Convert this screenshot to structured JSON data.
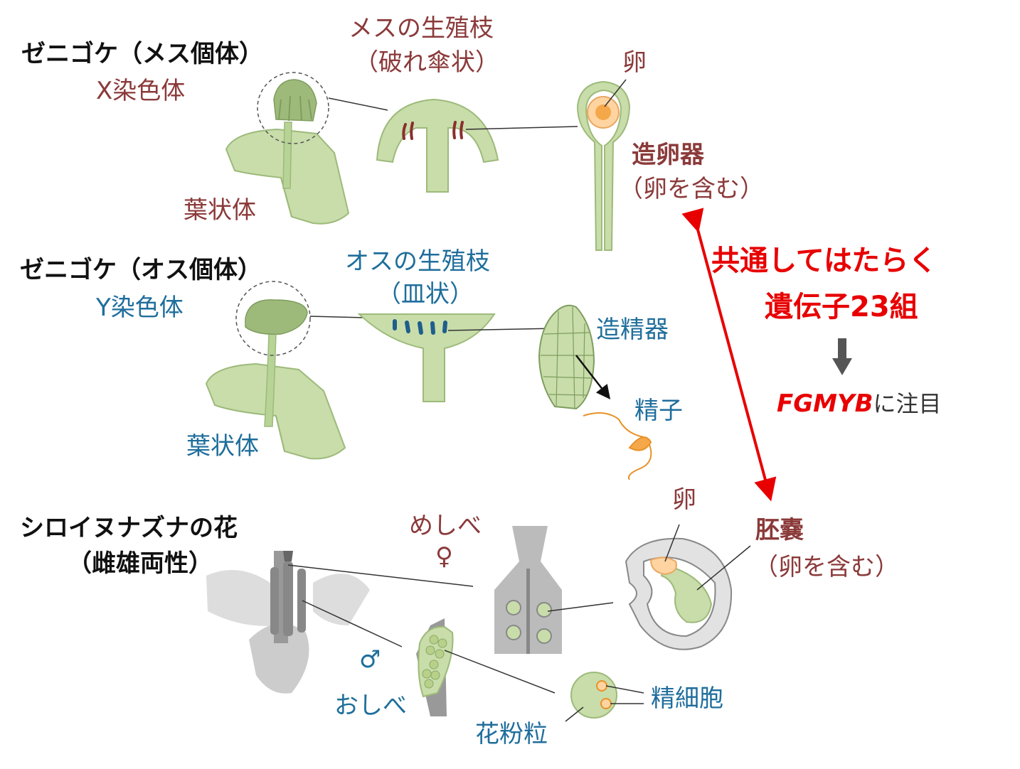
{
  "female": {
    "title": "ゼニゴケ（メス個体）",
    "chromosome": "X染色体",
    "thallus": "葉状体",
    "branch_line1": "メスの生殖枝",
    "branch_line2": "（破れ傘状）",
    "egg": "卵",
    "archegonium": "造卵器",
    "archegonium_note": "（卵を含む）"
  },
  "male": {
    "title": "ゼニゴケ（オス個体）",
    "chromosome": "Y染色体",
    "thallus": "葉状体",
    "branch_line1": "オスの生殖枝",
    "branch_line2": "（皿状）",
    "antheridium": "造精器",
    "sperm": "精子"
  },
  "arabidopsis": {
    "title_line1": "シロイヌナズナの花",
    "title_line2": "（雌雄両性）",
    "pistil": "めしべ",
    "female_symbol": "♀",
    "male_symbol": "♂",
    "stamen": "おしべ",
    "egg": "卵",
    "embryo_sac": "胚嚢",
    "embryo_sac_note": "（卵を含む）",
    "pollen": "花粉粒",
    "sperm_cell": "精細胞"
  },
  "highlight": {
    "line1": "共通してはたらく",
    "line2": "遺伝子23組",
    "gene": "FGMYB",
    "gene_suffix": "に注目"
  },
  "colors": {
    "green": "#C8DDAA",
    "green_dark": "#9DBA7A",
    "red_text": "#8B3A3A",
    "blue_text": "#1F6E9C",
    "arrow_red": "#E80000",
    "gray_flower": "#B8B8B8"
  }
}
